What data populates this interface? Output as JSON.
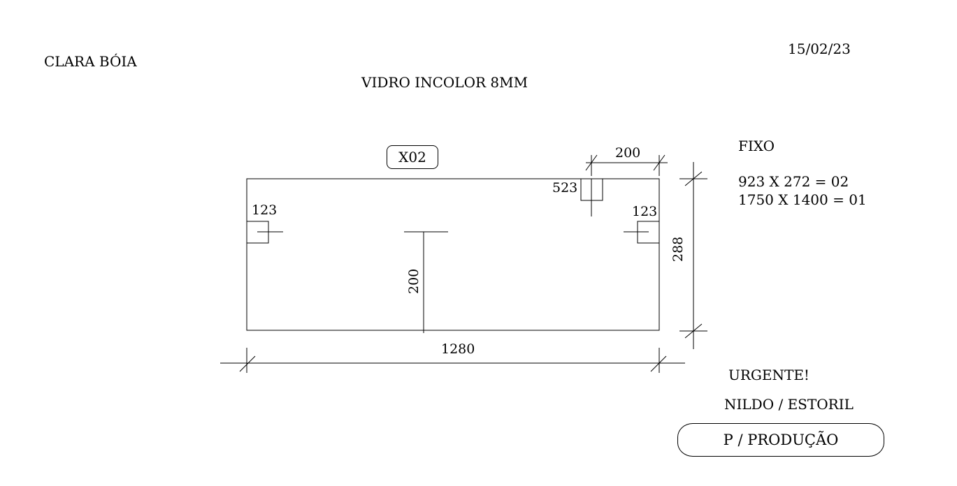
{
  "header": {
    "client": "CLARA BÓIA",
    "date": "15/02/23",
    "material": "VIDRO INCOLOR 8MM"
  },
  "drawing": {
    "piece_tag": "X02",
    "dim_width": "1280",
    "dim_height": "288",
    "dim_top_right": "200",
    "dim_center_vertical": "200",
    "hole_left_offset": "123",
    "hole_right_offset": "123",
    "notch_top_offset": "523"
  },
  "notes": {
    "type": "FIXO",
    "line1": "923 X 272 = 02",
    "line2": "1750 X 1400 = 01",
    "urgent": "URGENTE!",
    "installer": "NILDO / ESTORIL",
    "stage": "P / PRODUÇÃO"
  }
}
